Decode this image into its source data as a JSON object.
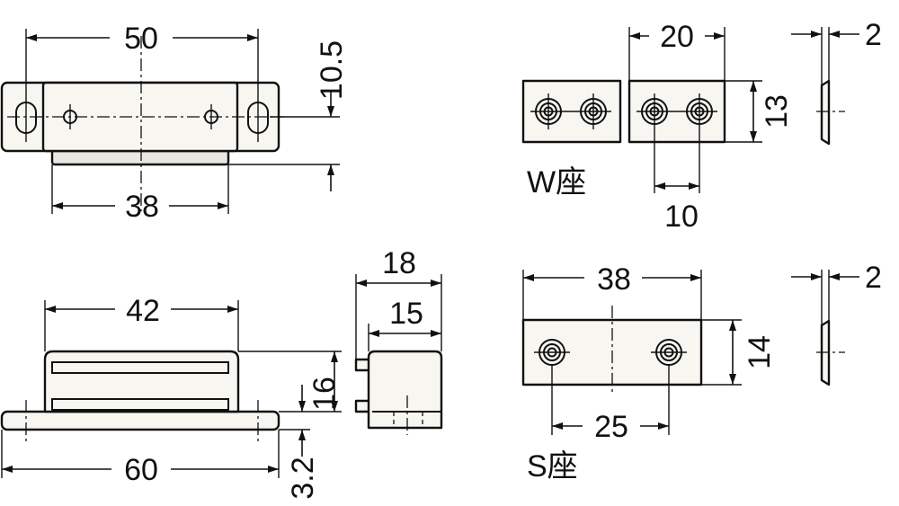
{
  "views": {
    "top_view": {
      "dim_top": "50",
      "dim_bottom": "38",
      "dim_right": "10.5"
    },
    "side_view": {
      "dim_top": "42",
      "dim_bottom": "60",
      "dim_height": "16",
      "dim_base": "3.2"
    },
    "end_view": {
      "dim_outer": "18",
      "dim_inner": "15"
    },
    "w_plate": {
      "dim_width": "20",
      "dim_height": "13",
      "dim_pitch": "10",
      "label": "W座",
      "dim_thickness": "2"
    },
    "s_plate": {
      "dim_width": "38",
      "dim_height": "14",
      "dim_pitch": "25",
      "label": "S座",
      "dim_thickness": "2"
    }
  },
  "colors": {
    "line": "#111111",
    "part_fill": "#f7f6f1",
    "background": "#ffffff"
  }
}
